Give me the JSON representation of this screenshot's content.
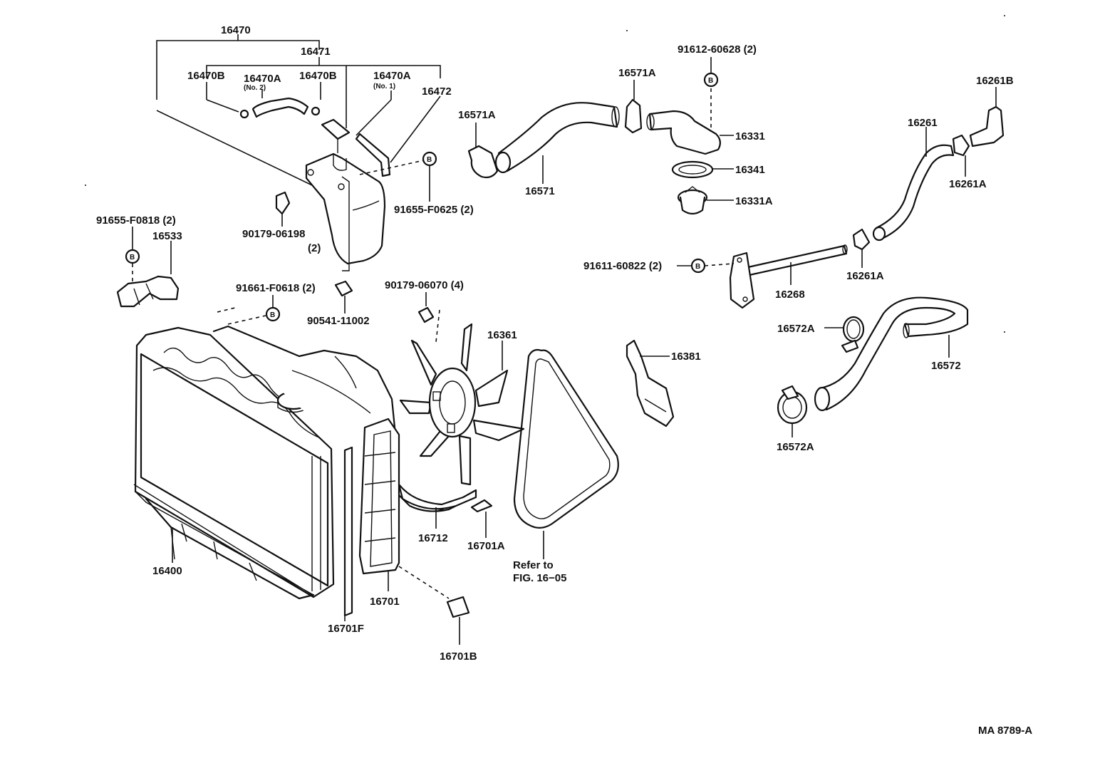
{
  "labels": {
    "l16470": "16470",
    "l16471": "16471",
    "l16470B_a": "16470B",
    "l16470A_no2": "16470A",
    "l_no2": "(No. 2)",
    "l16470B_b": "16470B",
    "l16470A_no1": "16470A",
    "l_no1": "(No. 1)",
    "l16472": "16472",
    "l91655_F0625": "91655-F0625 (2)",
    "l90179_06198": "90179-06198",
    "l90179_06198_qty": "(2)",
    "l91655_F0818": "91655-F0818 (2)",
    "l16533": "16533",
    "l91661_F0618": "91661-F0618 (2)",
    "l90541_11002": "90541-11002",
    "l90179_06070": "90179-06070 (4)",
    "l16571A_a": "16571A",
    "l16571A_b": "16571A",
    "l16571": "16571",
    "l91612_60628": "91612-60628 (2)",
    "l16331": "16331",
    "l16341": "16341",
    "l16331A": "16331A",
    "l16261B": "16261B",
    "l16261": "16261",
    "l16261A_a": "16261A",
    "l16261A_b": "16261A",
    "l91611_60822": "91611-60822 (2)",
    "l16268": "16268",
    "l16361": "16361",
    "l16381": "16381",
    "l16572A_a": "16572A",
    "l16572": "16572",
    "l16572A_b": "16572A",
    "l16400": "16400",
    "l16712": "16712",
    "l16701A": "16701A",
    "l16701": "16701",
    "l16701F": "16701F",
    "l16701B": "16701B",
    "l_refer": "Refer to",
    "l_fig": "FIG. 16−05",
    "l_code": "MA  8789-A"
  },
  "bolt_marker": "B"
}
